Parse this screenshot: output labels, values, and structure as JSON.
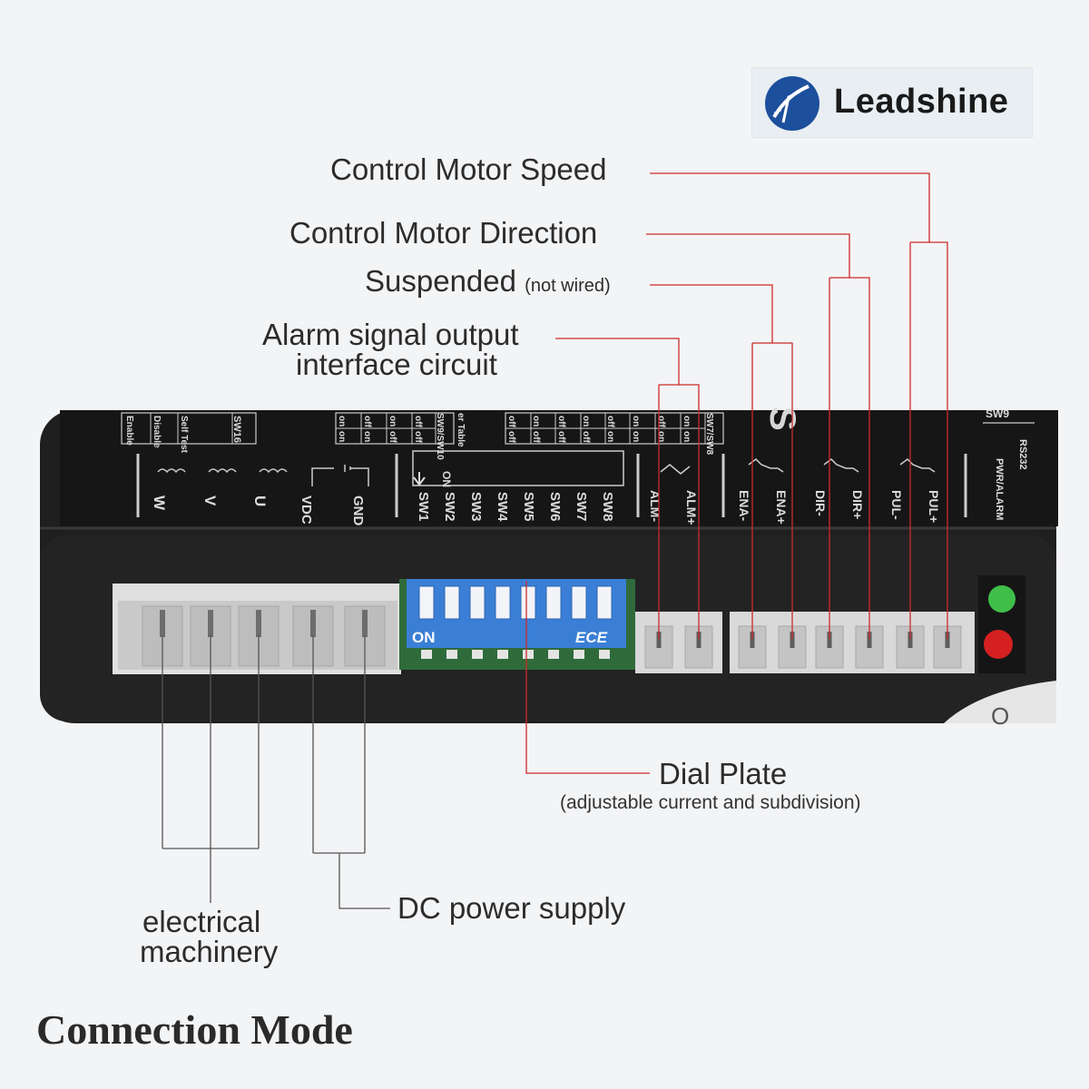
{
  "brand": {
    "name": "Leadshine"
  },
  "callouts": {
    "speed": "Control Motor Speed",
    "direction": "Control Motor Direction",
    "suspended": "Suspended",
    "suspended_note": "(not wired)",
    "alarm_line1": "Alarm signal output",
    "alarm_line2": "interface circuit",
    "dial_plate": "Dial Plate",
    "dial_plate_note": "(adjustable current and subdivision)",
    "dc_power": "DC power supply",
    "machinery_line1": "electrical",
    "machinery_line2": "machinery"
  },
  "footer_title": "Connection Mode",
  "device_labels": {
    "motor_terminals": [
      "W",
      "V",
      "U"
    ],
    "power_terminals": [
      "VDC",
      "GND"
    ],
    "switches": [
      "SW1",
      "SW2",
      "SW3",
      "SW4",
      "SW5",
      "SW6",
      "SW7",
      "SW8"
    ],
    "signal_terminals": [
      "ALM-",
      "ALM+",
      "ENA-",
      "ENA+",
      "DIR-",
      "DIR+",
      "PUL-",
      "PUL+"
    ],
    "sw16_header": "SW16",
    "sw16_rows": [
      "Enable",
      "Disable",
      "Self Test"
    ],
    "sw910_header": "SW9/SW10",
    "sw78_header": "SW7/SW8",
    "table_caption": "er Table",
    "on_off": [
      "on",
      "off"
    ],
    "dip_on": "ON",
    "sw9": "SW9",
    "rs232": "RS232",
    "pwr_alarm": "PWR/ALARM",
    "dip_brand": "ECE"
  },
  "colors": {
    "leader_red": "#cc2b2b",
    "device_body": "#1f1f1f",
    "dip_blue": "#3a7fd5",
    "connector_gray": "#d9d9d9",
    "led_green": "#3fbf4a",
    "led_red": "#d42020"
  }
}
